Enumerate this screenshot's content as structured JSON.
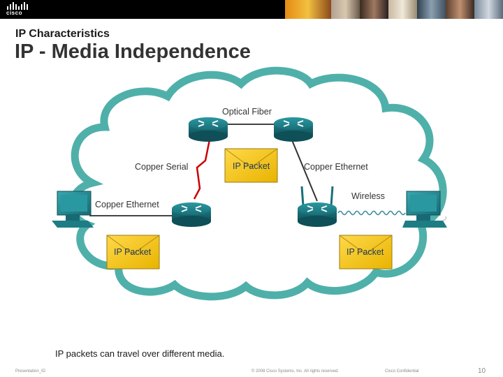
{
  "header": {
    "brand": "cisco"
  },
  "slide": {
    "subtitle": "IP Characteristics",
    "title": "IP - Media Independence",
    "caption": "IP packets can travel over different media."
  },
  "diagram": {
    "labels": {
      "optical_fiber": "Optical Fiber",
      "copper_serial": "Copper Serial",
      "copper_ethernet_right": "Copper Ethernet",
      "copper_ethernet_left": "Copper Ethernet",
      "wireless": "Wireless"
    },
    "packets": [
      "IP Packet",
      "IP Packet",
      "IP Packet"
    ],
    "colors": {
      "cloud": "#3fa59f",
      "router": "#1f7f86",
      "packet_fill": "#f4c400",
      "serial_link": "#cc0000",
      "wireless": "#3a8a9a"
    }
  },
  "footer": {
    "left": "Presentation_ID",
    "center": "© 2008 Cisco Systems, Inc. All rights reserved.",
    "right": "Cisco Confidential",
    "page": "10"
  }
}
